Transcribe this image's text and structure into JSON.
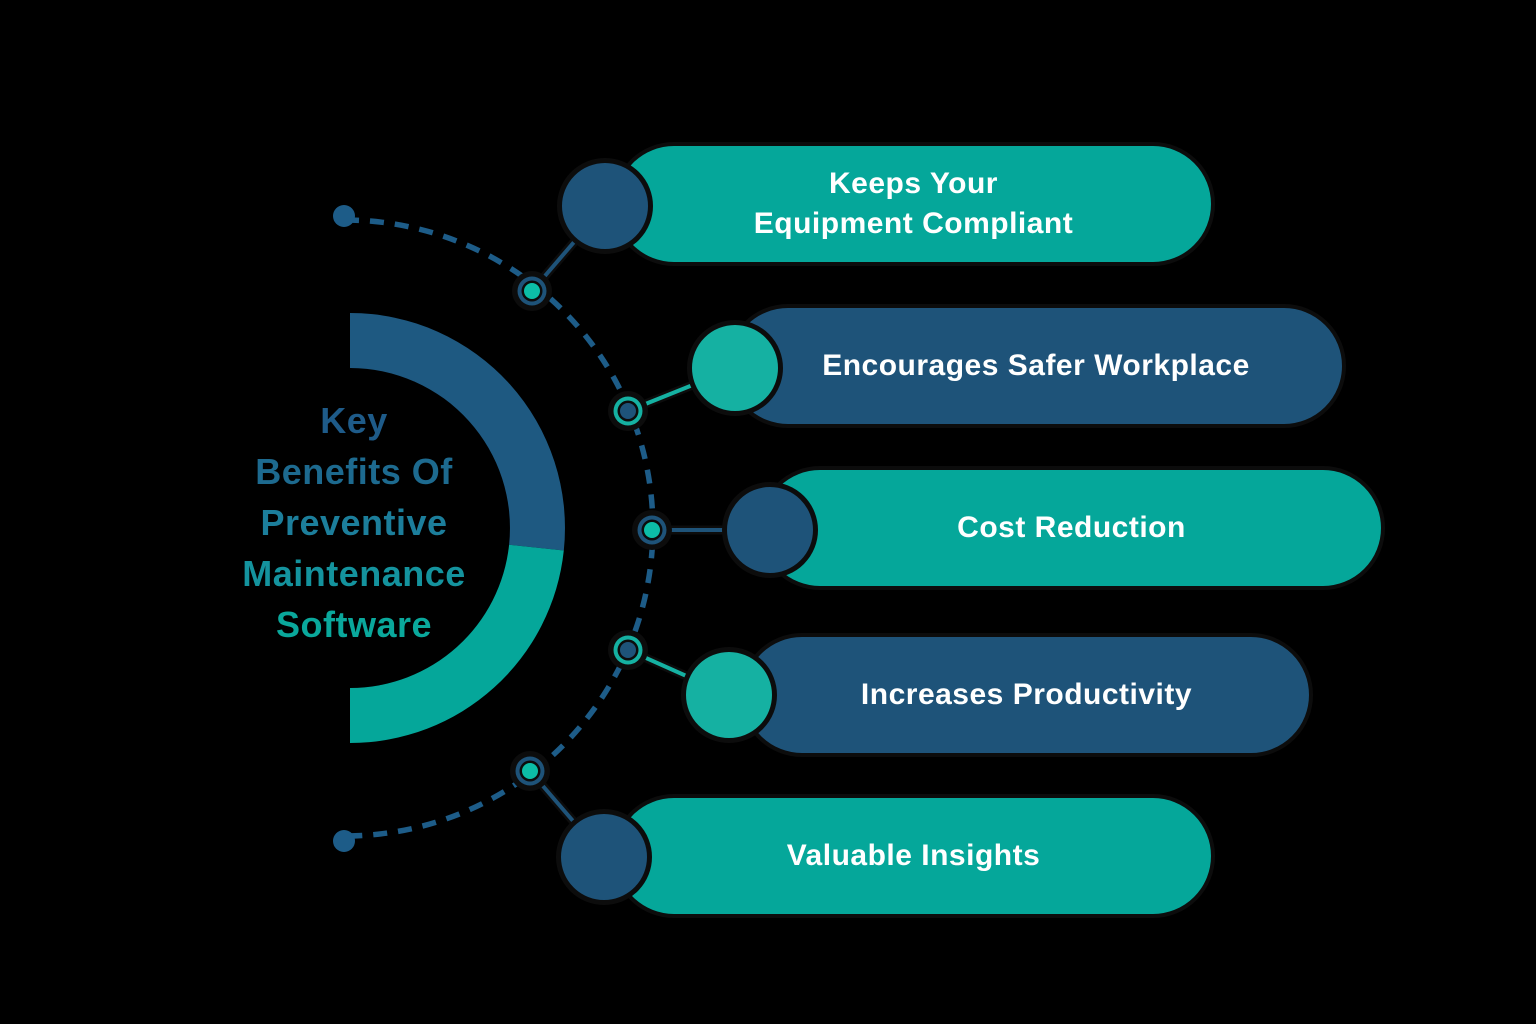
{
  "background_color": "#000000",
  "title": {
    "lines": [
      "Key",
      "Benefits Of",
      "Preventive",
      "Maintenance",
      "Software"
    ],
    "line_colors": [
      "#1e5b89",
      "#1d6a8f",
      "#1c7e9b",
      "#14939e",
      "#0aa89c"
    ]
  },
  "benefits": [
    {
      "label": "Keeps Your\nEquipment Compliant",
      "pill_color": "#05a79a",
      "bullet_color": "#1e5379",
      "node_ring_color": "#1e5379",
      "node_center_color": "#0cbda7",
      "connector_color": "#1e5379"
    },
    {
      "label": "Encourages Safer Workplace",
      "pill_color": "#1e5379",
      "bullet_color": "#15b1a2",
      "node_ring_color": "#15b1a2",
      "node_center_color": "#1e5379",
      "connector_color": "#15b1a2"
    },
    {
      "label": "Cost Reduction",
      "pill_color": "#05a79a",
      "bullet_color": "#1e5379",
      "node_ring_color": "#1e5379",
      "node_center_color": "#0cbda7",
      "connector_color": "#1e5379"
    },
    {
      "label": "Increases Productivity",
      "pill_color": "#1e5379",
      "bullet_color": "#15b1a2",
      "node_ring_color": "#15b1a2",
      "node_center_color": "#1e5379",
      "connector_color": "#15b1a2"
    },
    {
      "label": "Valuable Insights",
      "pill_color": "#05a79a",
      "bullet_color": "#1e5379",
      "node_ring_color": "#1e5379",
      "node_center_color": "#0cbda7",
      "connector_color": "#1e5379"
    }
  ],
  "donut": {
    "top_color": "#1e5981",
    "bottom_color": "#05a79a"
  },
  "dashed_arc": {
    "color": "#1d5c88",
    "style": "dashed",
    "end_dot_color": "#1d5c88"
  },
  "colors": {
    "teal": "#05a79a",
    "teal_bright": "#15b1a2",
    "node_teal": "#0cbda7",
    "blue": "#1e5379",
    "donut_blue": "#1e5981",
    "arc_blue": "#1d5c88",
    "outline": "#0c0c0c",
    "text_white": "#ffffff"
  }
}
